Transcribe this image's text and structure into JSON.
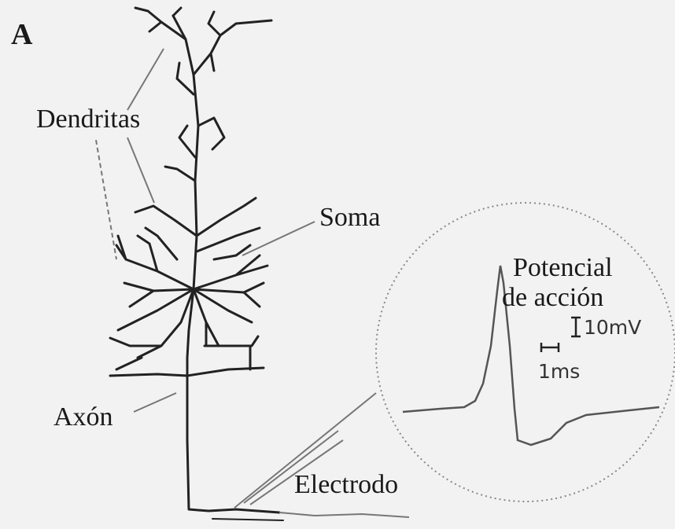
{
  "panel_label": "A",
  "labels": {
    "dendrites": "Dendritas",
    "soma": "Soma",
    "axon": "Axón",
    "electrode": "Electrodo",
    "action_potential_line1": "Potencial",
    "action_potential_line2": "de acción"
  },
  "scale_bars": {
    "voltage": "10mV",
    "time": "1ms"
  },
  "colors": {
    "background": "#f2f2f2",
    "neuron": "#222222",
    "trace": "#555555",
    "pointer": "#777777"
  }
}
